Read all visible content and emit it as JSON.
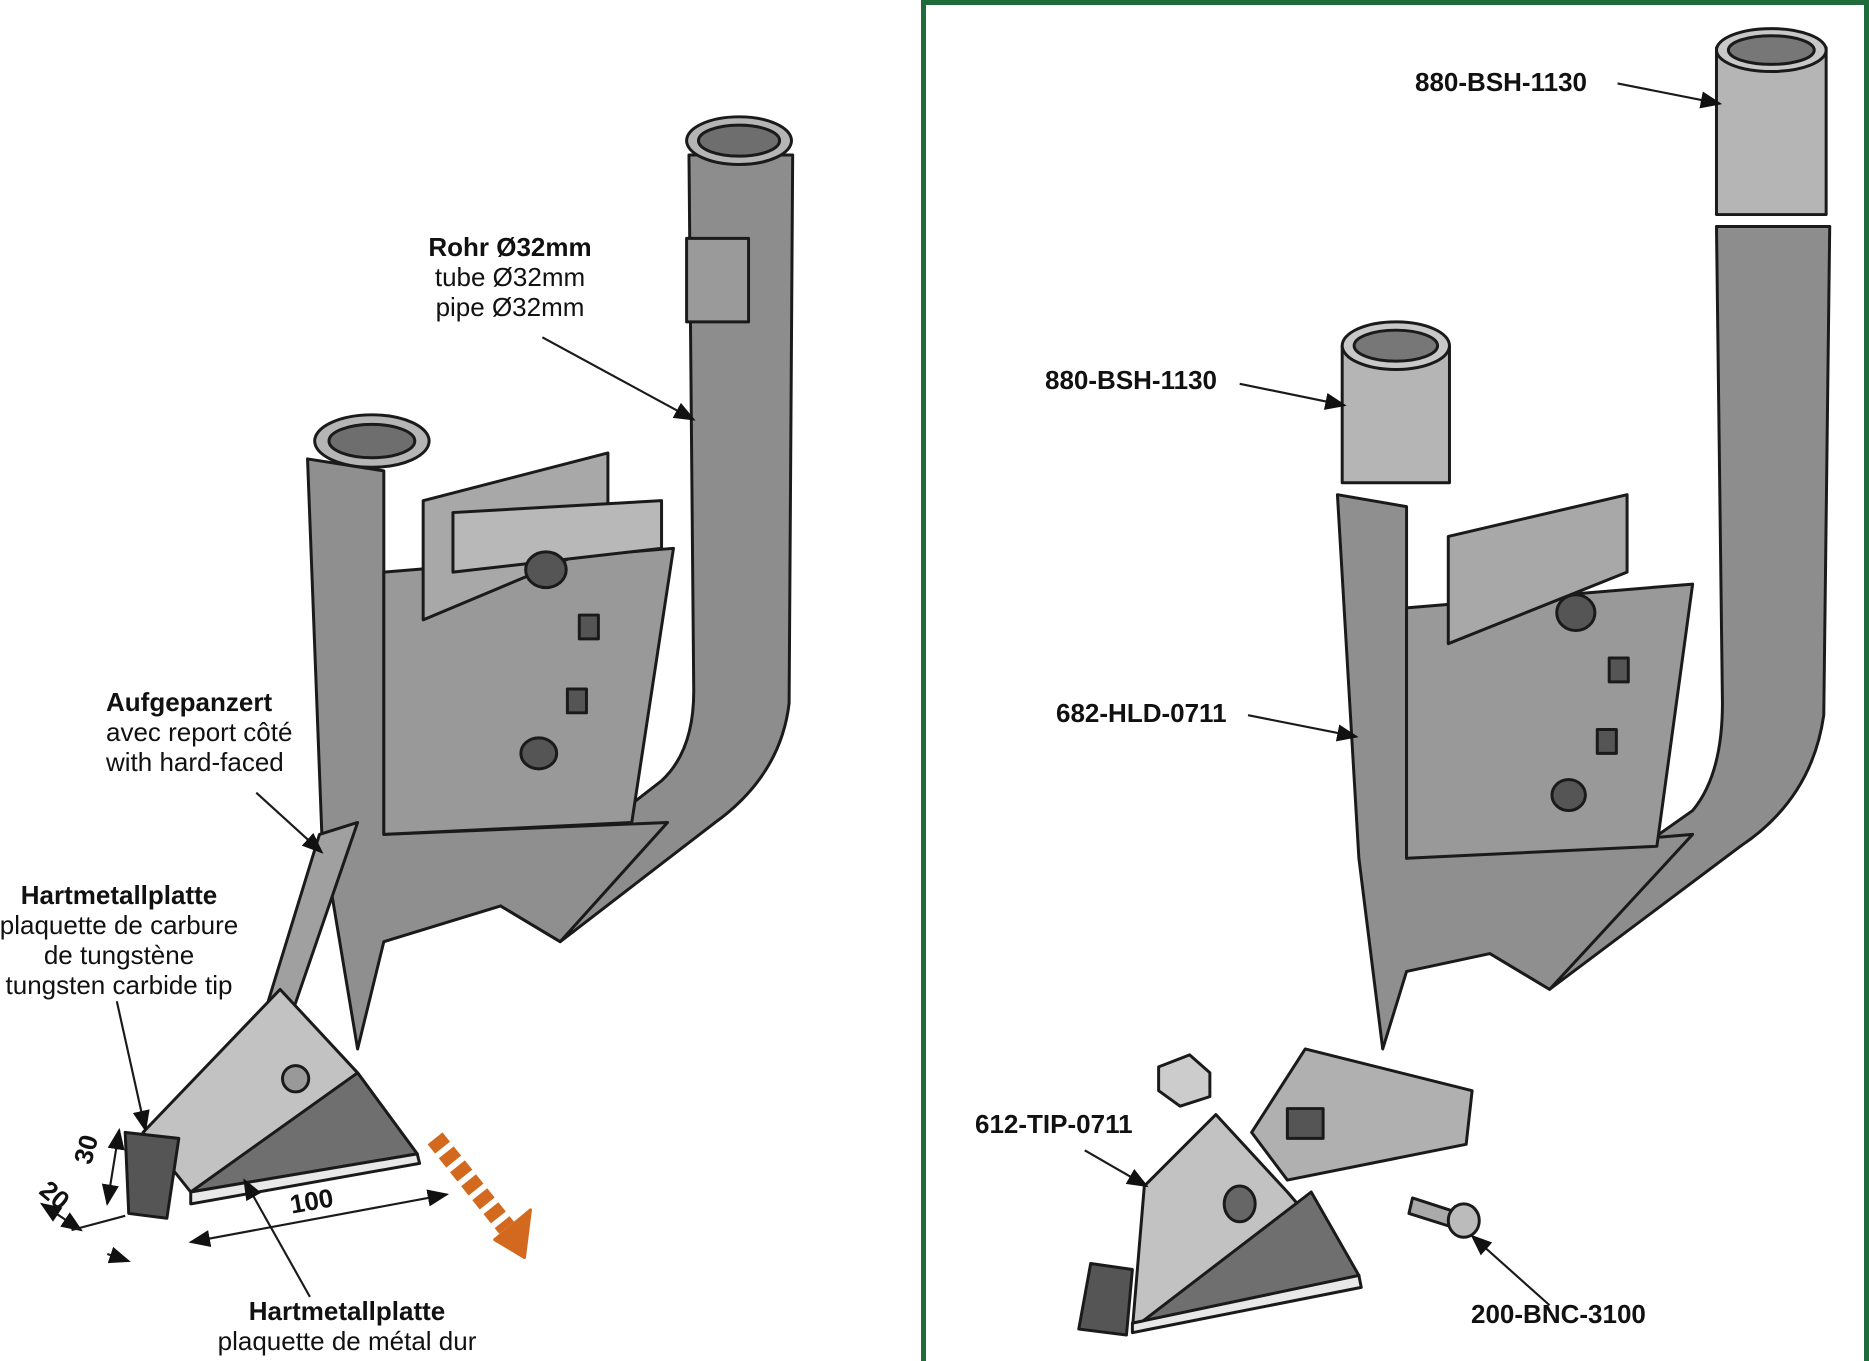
{
  "left_panel": {
    "tube_label": {
      "title": "Rohr Ø32mm",
      "fr": "tube Ø32mm",
      "en": "pipe Ø32mm"
    },
    "hardfaced_label": {
      "title": "Aufgepanzert",
      "fr": "avec report côté",
      "en": "with hard-faced"
    },
    "tip_label": {
      "title": "Hartmetallplatte",
      "fr1": "plaquette de carbure",
      "fr2": "de tungstène",
      "en": "tungsten carbide tip"
    },
    "plate_label": {
      "title": "Hartmetallplatte",
      "fr": "plaquette de métal dur"
    },
    "dimensions": {
      "height": "30",
      "width": "20",
      "length": "100"
    }
  },
  "right_panel": {
    "part_numbers": {
      "bushing_top": "880-BSH-1130",
      "bushing_mid": "880-BSH-1130",
      "holder": "682-HLD-0711",
      "tip": "612-TIP-0711",
      "bolt": "200-BNC-3100"
    }
  },
  "colors": {
    "frame": "#1f6b3b",
    "arrow": "#d2691e",
    "metal": "#8c8c8c"
  }
}
